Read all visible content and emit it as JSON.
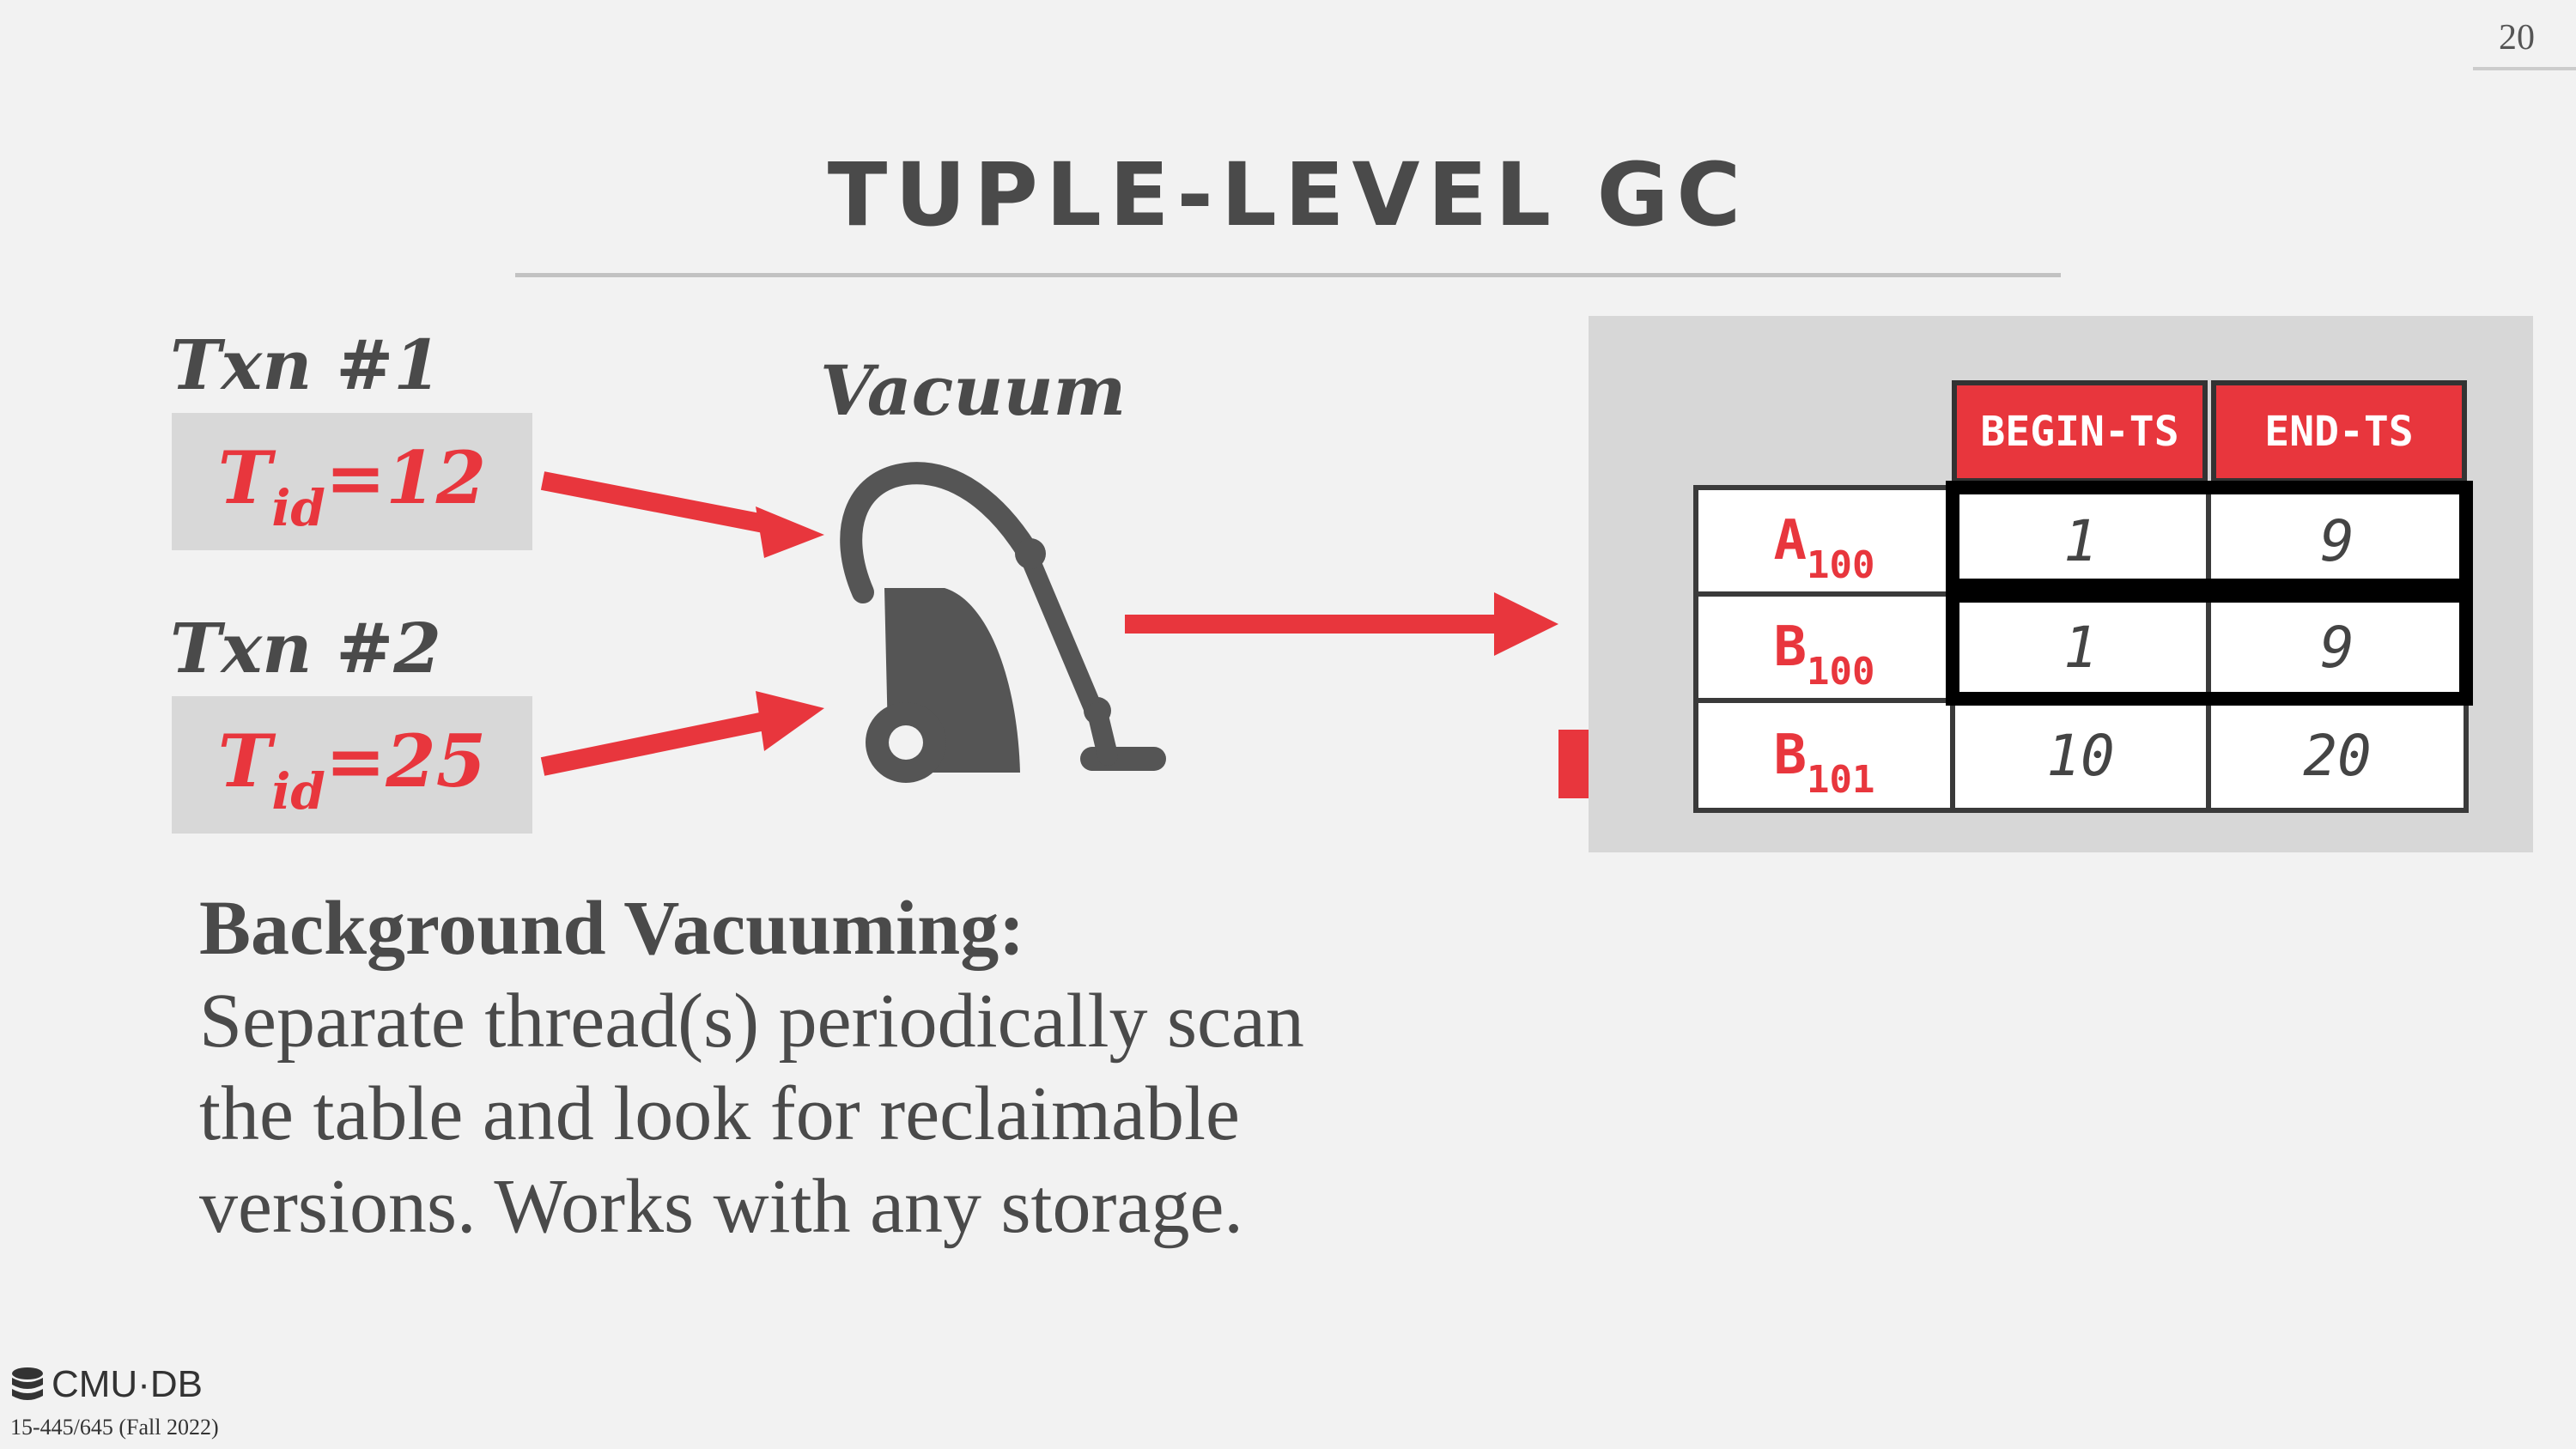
{
  "page_number": "20",
  "title": "TUPLE-LEVEL GC",
  "transactions": [
    {
      "label": "Txn #1",
      "tid_prefix": "T",
      "tid_sub": "id",
      "tid_value": "=12"
    },
    {
      "label": "Txn #2",
      "tid_prefix": "T",
      "tid_sub": "id",
      "tid_value": "=25"
    }
  ],
  "vacuum_label": "Vacuum",
  "description": {
    "heading": "Background Vacuuming:",
    "body": "Separate thread(s) periodically scan the table and look for reclaimable versions. Works with any storage."
  },
  "table": {
    "columns": [
      "BEGIN-TS",
      "END-TS"
    ],
    "rows": [
      {
        "name": "A",
        "sub": "100",
        "begin": "1",
        "end": "9"
      },
      {
        "name": "B",
        "sub": "100",
        "begin": "1",
        "end": "9"
      },
      {
        "name": "B",
        "sub": "101",
        "begin": "10",
        "end": "20"
      }
    ]
  },
  "footer": {
    "logo_text": "CMU·DB",
    "course": "15-445/645 (Fall 2022)"
  },
  "colors": {
    "accent_red": "#e8363d",
    "text_gray": "#4a4a4a",
    "panel_gray": "#d7d7d7"
  }
}
